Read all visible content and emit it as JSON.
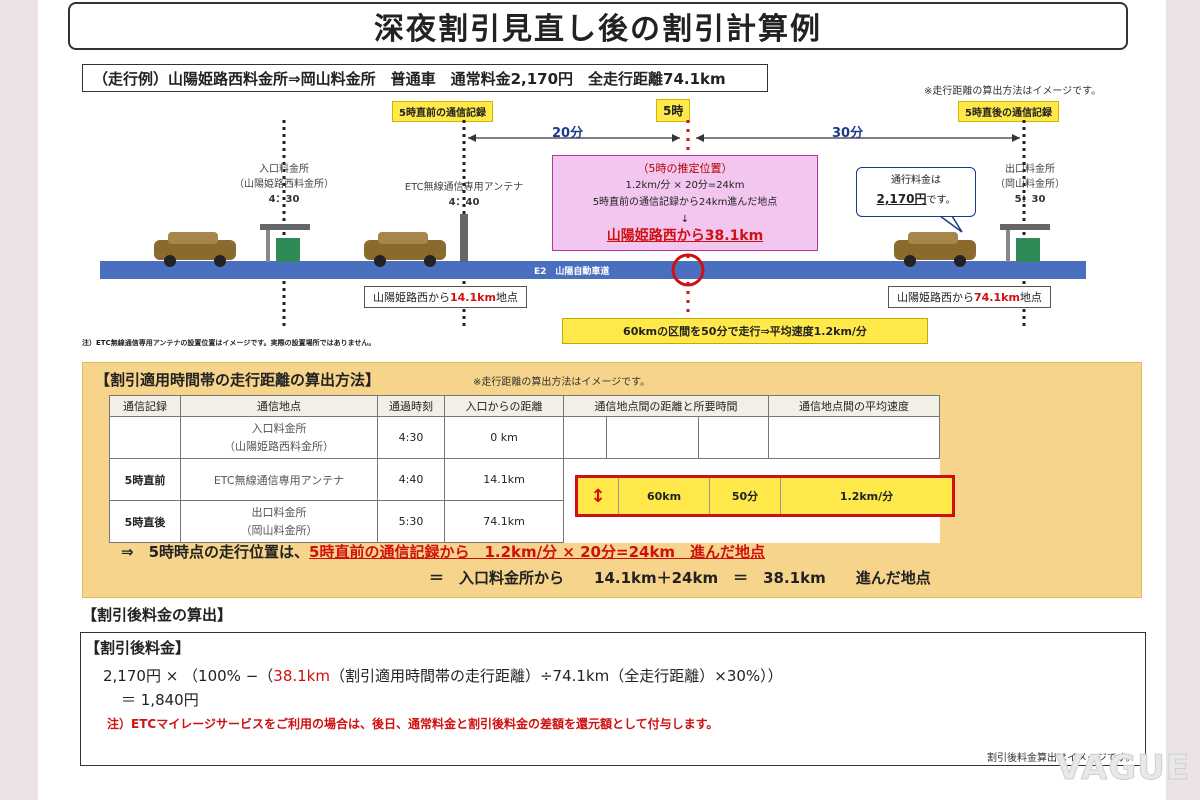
{
  "title": "深夜割引見直し後の割引計算例",
  "example": "（走行例）山陽姫路西料金所⇒岡山料金所　普通車　通常料金2,170円　全走行距離74.1km",
  "note_distance_image": "※走行距離の算出方法はイメージです。",
  "badge_before": "5時直前の通信記録",
  "badge_after": "5時直後の通信記録",
  "badge_5": "5時",
  "gap_left": "20分",
  "gap_right": "30分",
  "entry_label_1": "入口料金所",
  "entry_label_2": "（山陽姫路西料金所）",
  "entry_time": "4：30",
  "antenna_label": "ETC無線通信専用アンテナ",
  "antenna_time": "4：40",
  "exit_label_1": "出口料金所",
  "exit_label_2": "（岡山料金所）",
  "exit_time": "5：30",
  "pink": {
    "heading": "（5時の推定位置）",
    "line1": "1.2km/分 × 20分=24km",
    "line2": "5時直前の通信記録から24km進んだ地点",
    "arrow": "↓",
    "result": "山陽姫路西から38.1km"
  },
  "speech": {
    "line1": "通行料金は",
    "amount": "2,170円",
    "suffix": "です。"
  },
  "road_label": "E2　山陽自動車道",
  "dist_left_prefix": "山陽姫路西から",
  "dist_left_value": "14.1km",
  "dist_left_suffix": "地点",
  "dist_right_prefix": "山陽姫路西から",
  "dist_right_value": "74.1km",
  "dist_right_suffix": "地点",
  "speed_bar": "60kmの区間を50分で走行⇒平均速度1.2km/分",
  "antenna_note": "注）ETC無線通信専用アンテナの設置位置はイメージです。実際の設置場所ではありません。",
  "section2": {
    "title": "【割引適用時間帯の走行距離の算出方法】",
    "note": "※走行距離の算出方法はイメージです。",
    "headers": [
      "通信記録",
      "通信地点",
      "通過時刻",
      "入口からの距離",
      "通信地点間の距離と所要時間",
      "通信地点間の平均速度"
    ],
    "rows": [
      {
        "record": "",
        "place1": "入口料金所",
        "place2": "（山陽姫路西料金所）",
        "time": "4:30",
        "dist": "0 km"
      },
      {
        "record": "5時直前",
        "place1": "ETC無線通信専用アンテナ",
        "place2": "",
        "time": "4:40",
        "dist": "14.1km"
      },
      {
        "record": "5時直後",
        "place1": "出口料金所",
        "place2": "（岡山料金所）",
        "time": "5:30",
        "dist": "74.1km"
      }
    ],
    "hl_arrow": "↕",
    "hl_dist": "60km",
    "hl_time": "50分",
    "hl_speed": "1.2km/分",
    "line1_prefix": "⇒　5時時点の走行位置は、",
    "line1_red": "5時直前の通信記録から　1.2km/分 × 20分=24km　進んだ地点",
    "line2": "＝　入口料金所から　　14.1km＋24km　＝　38.1km　　進んだ地点"
  },
  "section3": {
    "title": "【割引後料金の算出】",
    "box_title": "【割引後料金】",
    "formula_a": "2,170円 × （100% −（",
    "formula_red": "38.1km",
    "formula_b": "（割引適用時間帯の走行距離）÷74.1km（全走行距離）×30%））",
    "result": "＝ 1,840円",
    "note": "注）ETCマイレージサービスをご利用の場合は、後日、通常料金と割引後料金の差額を還元額として付与します。",
    "image_note": "割引後料金算出はイメージです。"
  },
  "watermark": "VAGUE",
  "colors": {
    "road": "#4a6fbf",
    "highlight": "#ffe84a",
    "section_bg": "#f7d48b",
    "red": "#d01010",
    "pink": "#f3c6f0"
  }
}
